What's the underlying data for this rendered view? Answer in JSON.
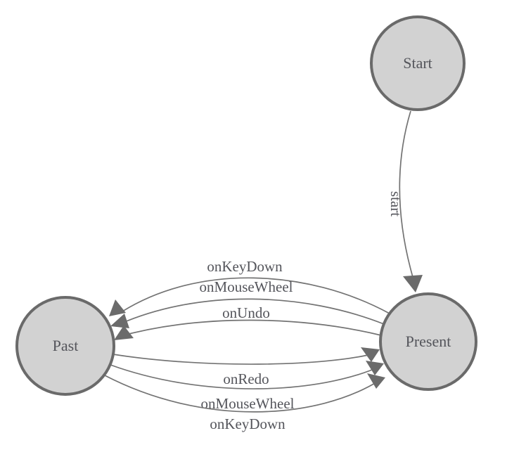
{
  "diagram": {
    "type": "state-machine",
    "nodes": [
      {
        "id": "start",
        "label": "Start"
      },
      {
        "id": "present",
        "label": "Present"
      },
      {
        "id": "past",
        "label": "Past"
      }
    ],
    "edges": [
      {
        "from": "Start",
        "to": "Present",
        "label": "start"
      },
      {
        "from": "Present",
        "to": "Past",
        "label": "onKeyDown"
      },
      {
        "from": "Present",
        "to": "Past",
        "label": "onMouseWheel"
      },
      {
        "from": "Present",
        "to": "Past",
        "label": "onUndo"
      },
      {
        "from": "Past",
        "to": "Present",
        "label": "onRedo"
      },
      {
        "from": "Past",
        "to": "Present",
        "label": "onMouseWheel"
      },
      {
        "from": "Past",
        "to": "Present",
        "label": "onKeyDown"
      }
    ],
    "colors": {
      "background": "#ffffff",
      "node_fill": "#d2d2d2",
      "node_border": "#6a6a6a",
      "edge": "#737373",
      "arrow": "#6b6b6b",
      "text": "#54555b"
    }
  }
}
